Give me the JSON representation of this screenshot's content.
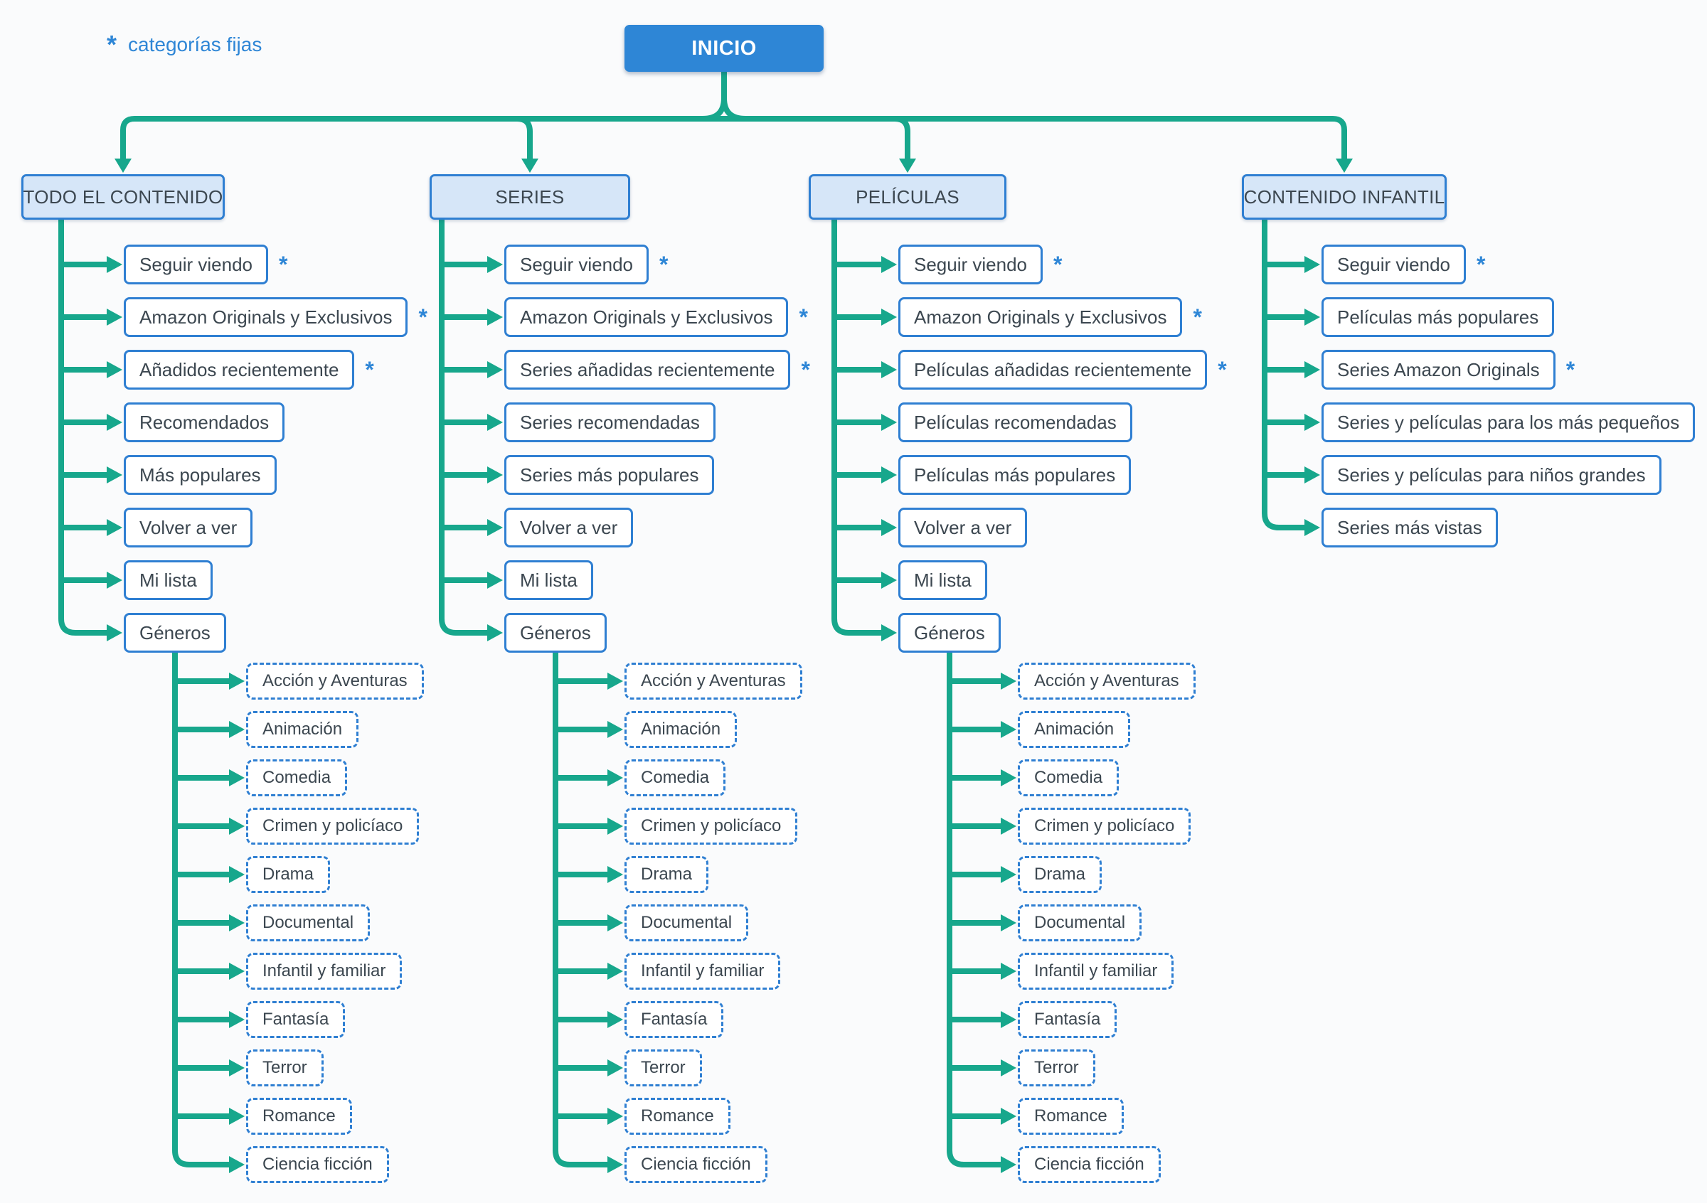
{
  "legend": {
    "mark": "*",
    "label": "categorías fijas"
  },
  "root": {
    "label": "INICIO"
  },
  "colors": {
    "accent_blue": "#2e86d6",
    "border_blue": "#2f7fd2",
    "header_fill": "#d6e6f8",
    "connector_teal": "#17a78c",
    "text_dark": "#3c4750",
    "background": "#fafbfc"
  },
  "columns": [
    {
      "title": "TODO EL CONTENIDO",
      "items": [
        {
          "label": "Seguir viendo",
          "fixed": true
        },
        {
          "label": "Amazon Originals y Exclusivos",
          "fixed": true
        },
        {
          "label": "Añadidos recientemente",
          "fixed": true
        },
        {
          "label": "Recomendados",
          "fixed": false
        },
        {
          "label": "Más populares",
          "fixed": false
        },
        {
          "label": "Volver a ver",
          "fixed": false
        },
        {
          "label": "Mi lista",
          "fixed": false
        },
        {
          "label": "Géneros",
          "fixed": false
        }
      ],
      "genres": [
        "Acción y Aventuras",
        "Animación",
        "Comedia",
        "Crimen y policíaco",
        "Drama",
        "Documental",
        "Infantil y familiar",
        "Fantasía",
        "Terror",
        "Romance",
        "Ciencia ficción"
      ]
    },
    {
      "title": "SERIES",
      "items": [
        {
          "label": "Seguir viendo",
          "fixed": true
        },
        {
          "label": "Amazon Originals y Exclusivos",
          "fixed": true
        },
        {
          "label": "Series añadidas recientemente",
          "fixed": true
        },
        {
          "label": "Series recomendadas",
          "fixed": false
        },
        {
          "label": "Series más populares",
          "fixed": false
        },
        {
          "label": "Volver a ver",
          "fixed": false
        },
        {
          "label": "Mi lista",
          "fixed": false
        },
        {
          "label": "Géneros",
          "fixed": false
        }
      ],
      "genres": [
        "Acción y Aventuras",
        "Animación",
        "Comedia",
        "Crimen y policíaco",
        "Drama",
        "Documental",
        "Infantil y familiar",
        "Fantasía",
        "Terror",
        "Romance",
        "Ciencia ficción"
      ]
    },
    {
      "title": "PELÍCULAS",
      "items": [
        {
          "label": "Seguir viendo",
          "fixed": true
        },
        {
          "label": "Amazon Originals y Exclusivos",
          "fixed": true
        },
        {
          "label": "Películas añadidas recientemente",
          "fixed": true
        },
        {
          "label": "Películas recomendadas",
          "fixed": false
        },
        {
          "label": "Películas más populares",
          "fixed": false
        },
        {
          "label": "Volver a ver",
          "fixed": false
        },
        {
          "label": "Mi lista",
          "fixed": false
        },
        {
          "label": "Géneros",
          "fixed": false
        }
      ],
      "genres": [
        "Acción y Aventuras",
        "Animación",
        "Comedia",
        "Crimen y policíaco",
        "Drama",
        "Documental",
        "Infantil y familiar",
        "Fantasía",
        "Terror",
        "Romance",
        "Ciencia ficción"
      ]
    },
    {
      "title": "CONTENIDO INFANTIL",
      "items": [
        {
          "label": "Seguir viendo",
          "fixed": true
        },
        {
          "label": "Películas más populares",
          "fixed": false
        },
        {
          "label": "Series Amazon Originals",
          "fixed": true
        },
        {
          "label": "Series y películas para los más pequeños",
          "fixed": false
        },
        {
          "label": "Series y películas para niños grandes",
          "fixed": false
        },
        {
          "label": "Series más vistas",
          "fixed": false
        }
      ],
      "genres": []
    }
  ]
}
